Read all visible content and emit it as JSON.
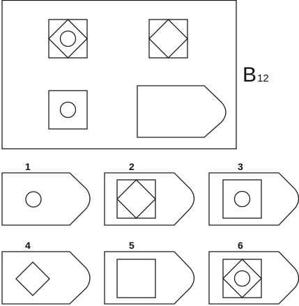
{
  "puzzle": {
    "id_main": "B",
    "id_sub": "12",
    "matrix_cells": [
      {
        "shape": "square-diamond-circle"
      },
      {
        "shape": "square-diamond"
      },
      {
        "shape": "square-circle"
      },
      {
        "shape": "empty"
      }
    ],
    "options": [
      {
        "label": "1",
        "shape": "circle"
      },
      {
        "label": "2",
        "shape": "square-diamond"
      },
      {
        "label": "3",
        "shape": "square-circle"
      },
      {
        "label": "4",
        "shape": "diamond"
      },
      {
        "label": "5",
        "shape": "square"
      },
      {
        "label": "6",
        "shape": "square-diamond-circle"
      }
    ]
  }
}
